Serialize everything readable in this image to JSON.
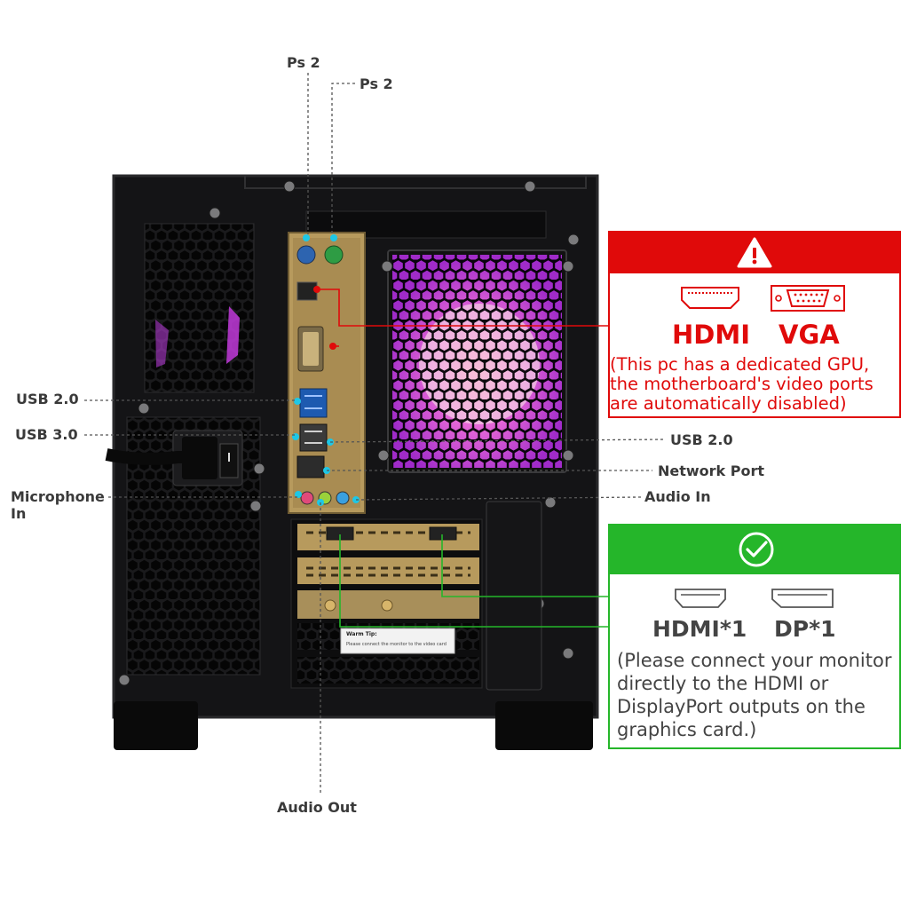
{
  "labels": {
    "ps2_left": "Ps 2",
    "ps2_right": "Ps 2",
    "usb20_left": "USB 2.0",
    "usb30_left": "USB 3.0",
    "microphone_line1": "Microphone",
    "microphone_line2": "In",
    "usb20_right": "USB 2.0",
    "network_port": "Network Port",
    "audio_in": "Audio In",
    "audio_out": "Audio Out"
  },
  "warning_box": {
    "hdmi": "HDMI",
    "vga": "VGA",
    "note_lines": [
      "(This pc has a dedicated GPU,",
      "the motherboard's video ports",
      "are automatically disabled)"
    ],
    "color": "#e00a0a"
  },
  "ok_box": {
    "hdmi": "HDMI*1",
    "dp": "DP*1",
    "note_lines": [
      "(Please connect your monitor",
      "directly to the HDMI or",
      "DisplayPort outputs on the",
      "graphics card.)"
    ],
    "color": "#25b62a"
  },
  "sticker": {
    "title": "Warm Tip:",
    "text": "Please connect the monitor to the video card"
  },
  "icons": {
    "warning": "warning-triangle-icon",
    "ok": "check-circle-icon",
    "hdmi": "hdmi-port-icon",
    "vga": "vga-port-icon",
    "displayport": "displayport-icon"
  }
}
